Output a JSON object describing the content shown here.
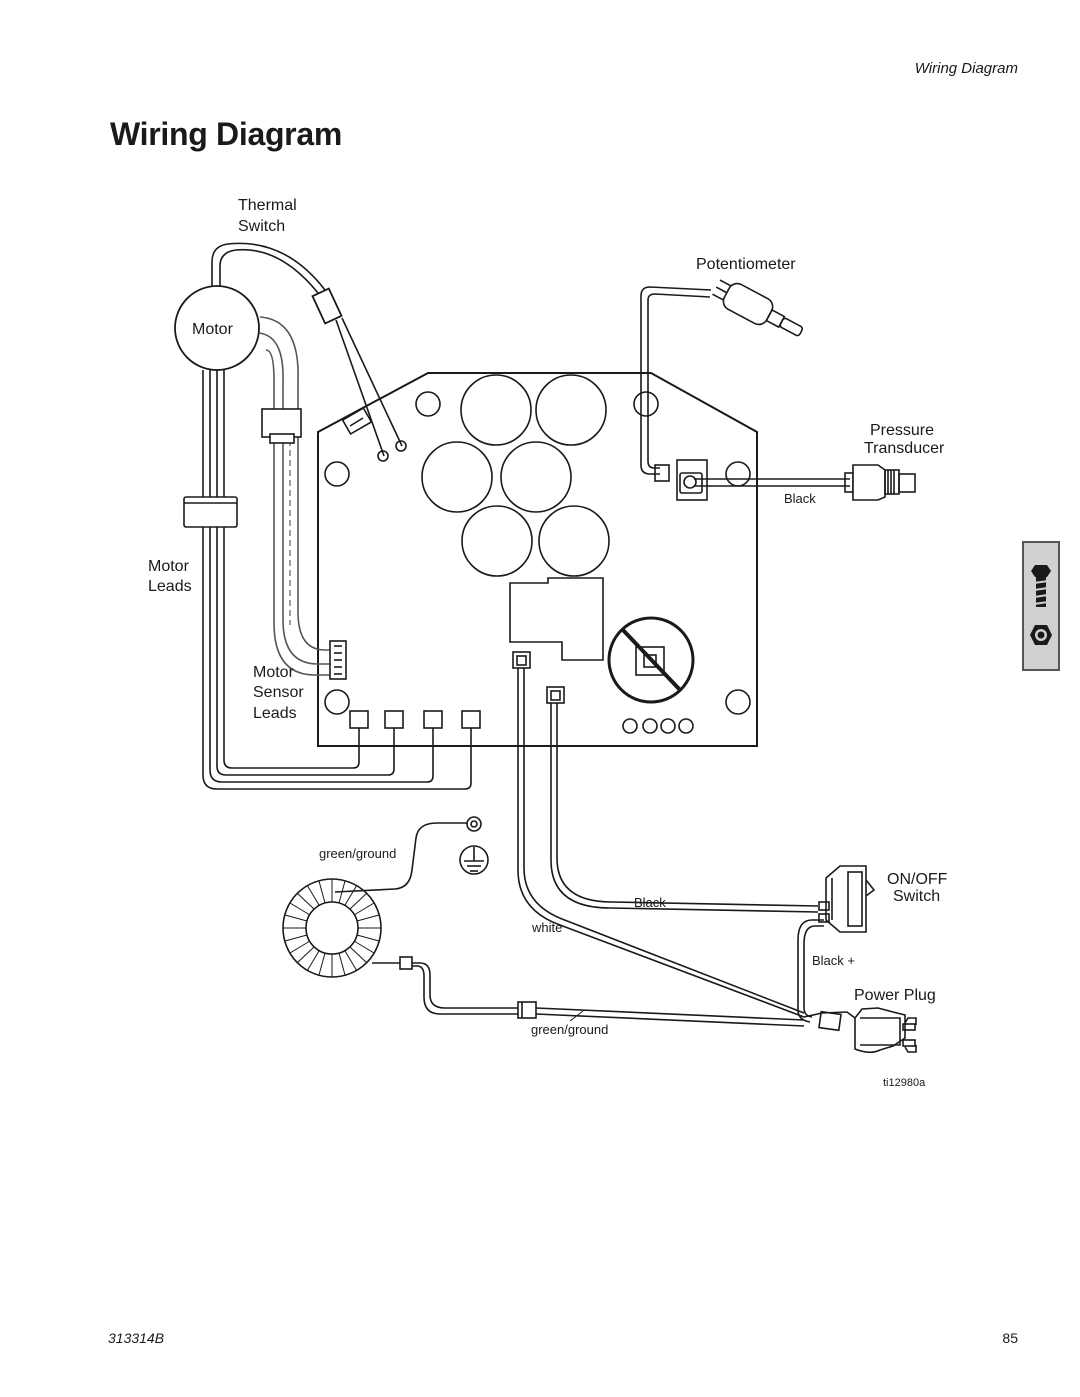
{
  "header": {
    "running_title": "Wiring Diagram"
  },
  "page_title": "Wiring Diagram",
  "labels": {
    "thermal_switch": [
      "Thermal",
      "Switch"
    ],
    "motor": "Motor",
    "motor_leads": [
      "Motor",
      "Leads"
    ],
    "motor_sensor_leads": [
      "Motor",
      "Sensor",
      "Leads"
    ],
    "potentiometer": "Potentiometer",
    "pressure_transducer": [
      "Pressure",
      "Transducer"
    ],
    "black_transducer": "Black",
    "green_ground_top": "green/ground",
    "on_off_switch": [
      "ON/OFF",
      "Switch"
    ],
    "black_switch": "Black",
    "white": "white",
    "black_plus": "Black +",
    "power_plug": "Power Plug",
    "green_ground_bottom": "green/ground",
    "figure_id": "ti12980a"
  },
  "footer": {
    "doc_number": "313314B",
    "page_number": "85"
  },
  "side_tab": {
    "icon": "bolt-and-nut-icon"
  }
}
